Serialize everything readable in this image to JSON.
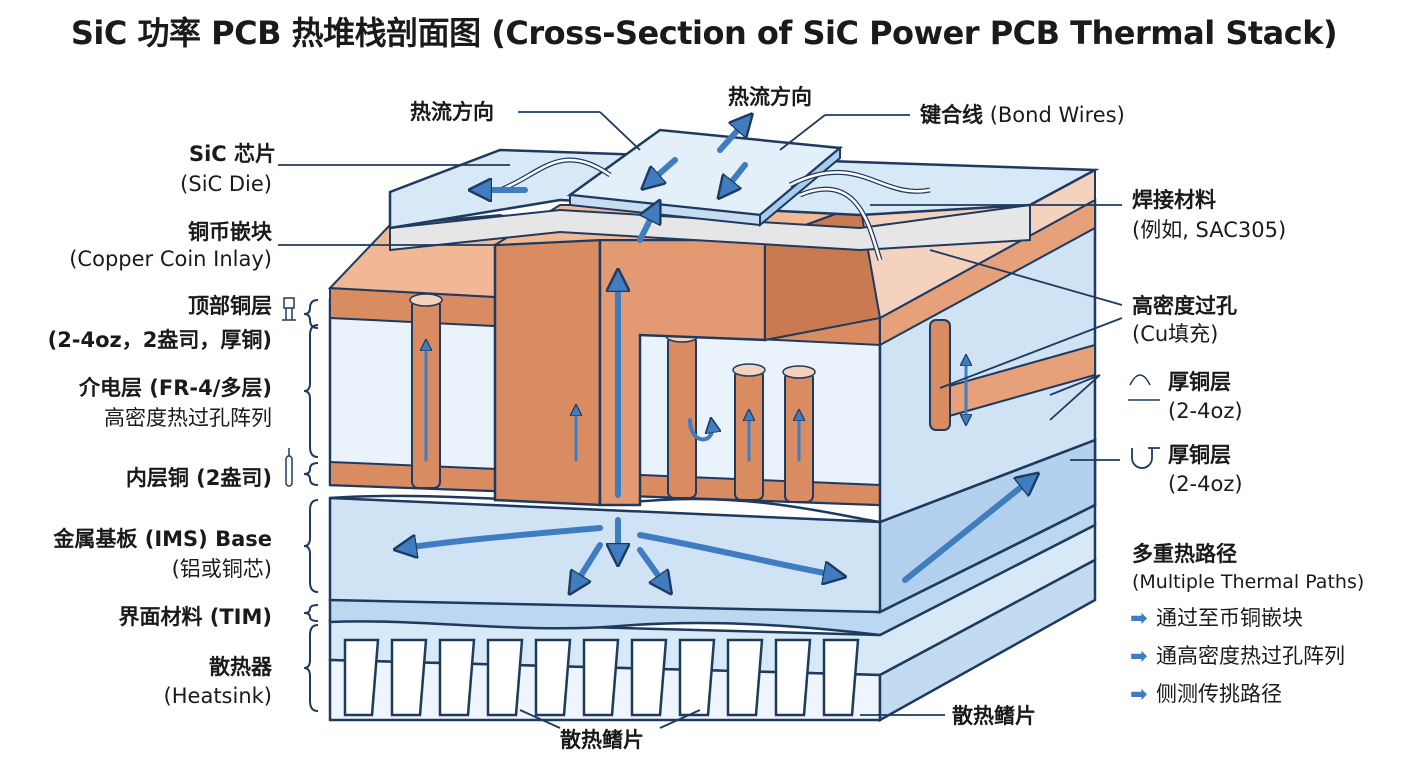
{
  "title": "SiC 功率 PCB 热堆栈剖面图  (Cross-Section of SiC Power PCB Thermal Stack)",
  "labels_left": {
    "sic_die": {
      "zh": "SiC 芯片",
      "en": "(SiC Die)"
    },
    "copper_coin": {
      "zh": "铜币嵌块",
      "en": "(Copper Coin Inlay)"
    },
    "top_copper": {
      "line1": "顶部铜层",
      "line2": "(2-4oz，2盎司，厚铜)"
    },
    "dielectric": {
      "line1": "介电层 (FR-4/多层)",
      "line2": "高密度热过孔阵列"
    },
    "inner_copper": {
      "line1": "内层铜 (2盎司)"
    },
    "ims_base": {
      "line1": "金属基板 (IMS) Base",
      "line2": "(铝或铜芯)"
    },
    "tim": {
      "line1": "界面材料 (TIM)"
    },
    "heatsink": {
      "zh": "散热器",
      "en": "(Heatsink)"
    }
  },
  "labels_top": {
    "heat_flow_left": "热流方向",
    "heat_flow_top": "热流方向",
    "bond_wires_zh": "键合线",
    "bond_wires_en": "(Bond Wires)"
  },
  "labels_right": {
    "solder": {
      "zh": "焊接材料",
      "en": "(例如, SAC305)"
    },
    "hd_via": {
      "zh": "高密度过孔",
      "en": "(Cu填充)"
    },
    "thick_cu_1": {
      "zh": "厚铜层",
      "en": "(2-4oz)"
    },
    "thick_cu_2": {
      "zh": "厚铜层",
      "en": "(2-4oz)"
    },
    "multi_paths": {
      "zh": "多重热路径",
      "en": "(Multiple Thermal Paths)"
    },
    "bullets": [
      "通过至币铜嵌块",
      "通高密度热过孔阵列",
      "侧测传挑路径"
    ]
  },
  "labels_bottom": {
    "fins_left": "散热鳍片",
    "fins_right": "散热鳍片"
  },
  "colors": {
    "outline": "#1f3a5f",
    "copper": "#d98b62",
    "copper_light": "#f0b895",
    "dielectric": "#eaf3fb",
    "blue_light": "#cfe3f5",
    "blue_mid": "#a9cbec",
    "arrow": "#3f7cc0"
  }
}
